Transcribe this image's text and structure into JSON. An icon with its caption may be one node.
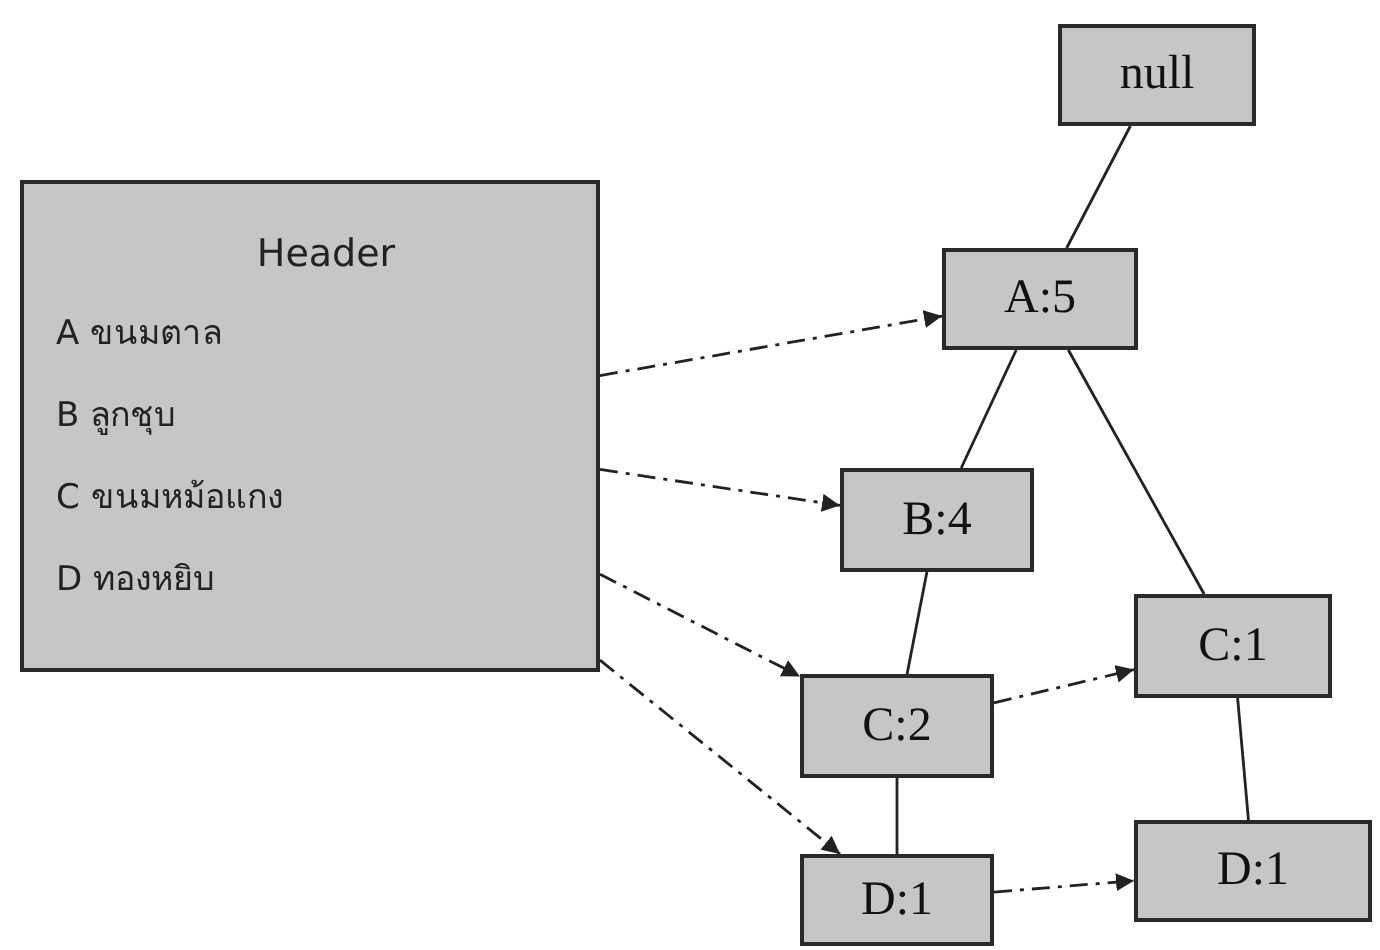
{
  "diagram": {
    "nodes": [
      {
        "text": [
          "Header",
          "A ขนมตาล",
          "B ลูกชุบ",
          "C ขนมหม้อแกง",
          "D ทองหยิบ"
        ]
      },
      {
        "text": [
          "null"
        ]
      },
      {
        "text": [
          "A:5"
        ]
      },
      {
        "text": [
          "B:4"
        ]
      },
      {
        "text": [
          "C:1"
        ]
      },
      {
        "text": [
          "C:2"
        ]
      },
      {
        "text": [
          "D:1"
        ]
      },
      {
        "text": [
          "D:1"
        ]
      }
    ],
    "edges": [
      {
        "from": 1,
        "to": 2,
        "arrow": "none"
      },
      {
        "from": 2,
        "to": 3,
        "arrow": "none"
      },
      {
        "from": 2,
        "to": 4,
        "arrow": "none"
      },
      {
        "from": 3,
        "to": 5,
        "arrow": "none"
      },
      {
        "from": 5,
        "to": 6,
        "arrow": "none"
      },
      {
        "from": 4,
        "to": 7,
        "arrow": "none"
      },
      {
        "from": 0,
        "to": 2,
        "arrow": "to",
        "style": "dashed"
      },
      {
        "from": 0,
        "to": 3,
        "arrow": "to",
        "style": "dashed"
      },
      {
        "from": 0,
        "to": 5,
        "arrow": "to",
        "style": "dashed"
      },
      {
        "from": 0,
        "to": 6,
        "arrow": "to",
        "style": "dashed"
      },
      {
        "from": 5,
        "to": 4,
        "arrow": "to",
        "style": "dashed"
      },
      {
        "from": 6,
        "to": 7,
        "arrow": "to",
        "style": "dashed"
      }
    ]
  }
}
